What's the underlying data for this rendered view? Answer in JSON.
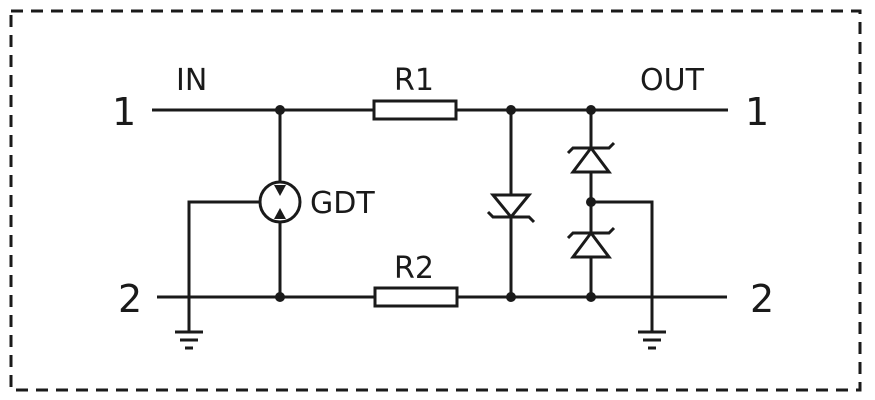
{
  "labels": {
    "in": "IN",
    "out": "OUT",
    "r1": "R1",
    "r2": "R2",
    "gdt": "GDT"
  },
  "pins": {
    "in_top": "1",
    "in_bottom": "2",
    "out_top": "1",
    "out_bottom": "2"
  }
}
